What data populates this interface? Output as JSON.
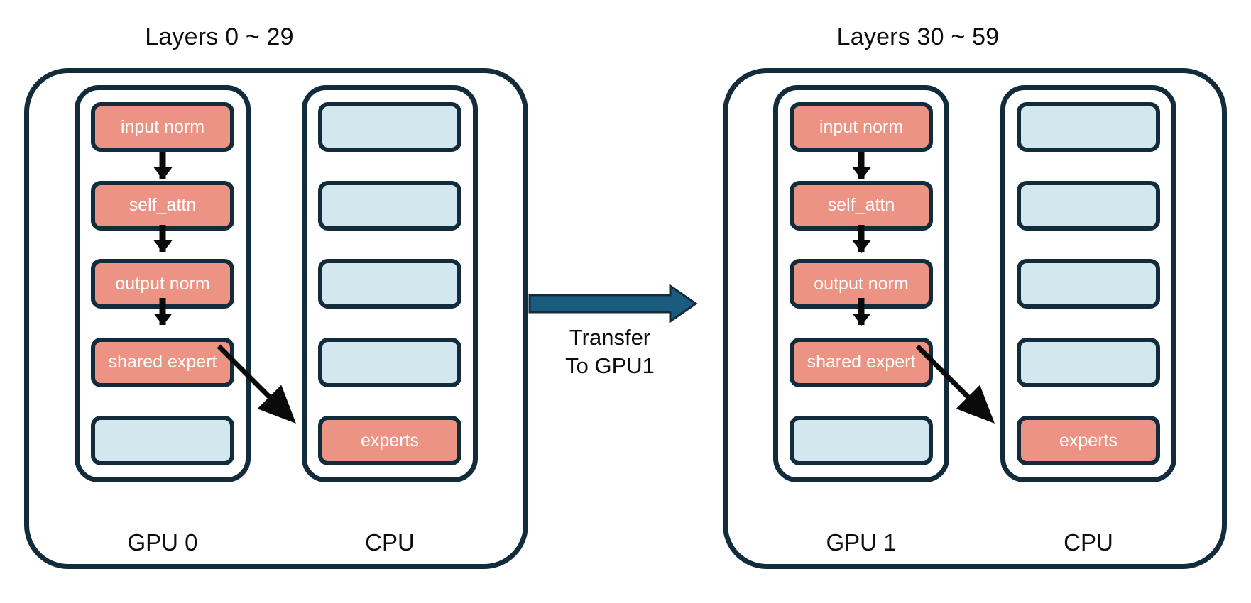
{
  "diagram": {
    "title": "MoE layer offloading across GPU 0 / GPU 1 with CPU expert storage",
    "background_color": "#ffffff",
    "colors": {
      "outline": "#132c3c",
      "gpu_block": "#ed9384",
      "cpu_block": "#d2e8ee",
      "arrow": "#0a0a0a",
      "transfer_arrow": "#1b5b7e",
      "text": "#0d0d0d",
      "block_text": "#ffffff"
    }
  },
  "groups": [
    {
      "id": "group-left",
      "title": "Layers 0 ~ 29",
      "gpu": {
        "label": "GPU 0",
        "blocks": [
          {
            "label": "input norm",
            "kind": "red",
            "has_text": true
          },
          {
            "label": "self_attn",
            "kind": "red",
            "has_text": true
          },
          {
            "label": "output norm",
            "kind": "red",
            "has_text": true
          },
          {
            "label": "shared expert",
            "kind": "red",
            "has_text": true
          },
          {
            "label": "",
            "kind": "blue",
            "has_text": false
          }
        ]
      },
      "cpu": {
        "label": "CPU",
        "blocks": [
          {
            "label": "",
            "kind": "blue",
            "has_text": false
          },
          {
            "label": "",
            "kind": "blue",
            "has_text": false
          },
          {
            "label": "",
            "kind": "blue",
            "has_text": false
          },
          {
            "label": "",
            "kind": "blue",
            "has_text": false
          },
          {
            "label": "experts",
            "kind": "red",
            "has_text": true
          }
        ]
      }
    },
    {
      "id": "group-right",
      "title": "Layers 30 ~ 59",
      "gpu": {
        "label": "GPU 1",
        "blocks": [
          {
            "label": "input norm",
            "kind": "red",
            "has_text": true
          },
          {
            "label": "self_attn",
            "kind": "red",
            "has_text": true
          },
          {
            "label": "output norm",
            "kind": "red",
            "has_text": true
          },
          {
            "label": "shared expert",
            "kind": "red",
            "has_text": true
          },
          {
            "label": "",
            "kind": "blue",
            "has_text": false
          }
        ]
      },
      "cpu": {
        "label": "CPU",
        "blocks": [
          {
            "label": "",
            "kind": "blue",
            "has_text": false
          },
          {
            "label": "",
            "kind": "blue",
            "has_text": false
          },
          {
            "label": "",
            "kind": "blue",
            "has_text": false
          },
          {
            "label": "",
            "kind": "blue",
            "has_text": false
          },
          {
            "label": "experts",
            "kind": "red",
            "has_text": true
          }
        ]
      }
    }
  ],
  "transfer": {
    "line1": "Transfer",
    "line2": "To GPU1",
    "direction": "left-to-right"
  }
}
